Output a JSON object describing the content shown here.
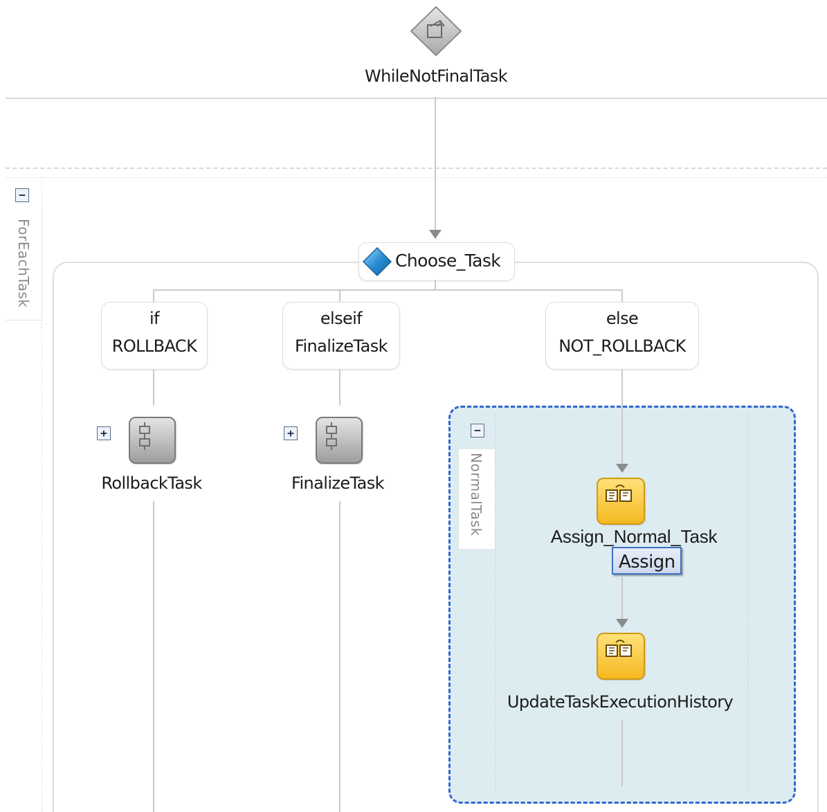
{
  "while_activity": {
    "label": "WhileNotFinalTask"
  },
  "scope_activity": {
    "label": "ForEachTask",
    "toggle": "−"
  },
  "switch_activity": {
    "label": "Choose_Task"
  },
  "cases": [
    {
      "keyword": "if",
      "condition": "ROLLBACK",
      "activity": "RollbackTask",
      "activity_toggle": "+"
    },
    {
      "keyword": "elseif",
      "condition": "FinalizeTask",
      "activity": "FinalizeTask",
      "activity_toggle": "+"
    },
    {
      "keyword": "else",
      "condition": "NOT_ROLLBACK"
    }
  ],
  "sequence": {
    "label": "NormalTask",
    "toggle": "−",
    "activities": [
      {
        "label": "Assign_Normal_Task",
        "icon": "assign-icon"
      },
      {
        "label": "UpdateTaskExecutionHistory",
        "icon": "assign-icon"
      }
    ]
  },
  "tooltip": {
    "text": "Assign"
  },
  "colors": {
    "assign_fill": "#f7c53a",
    "sequence_fill": "#ddecf0",
    "selection_border": "#2f66d0",
    "switch_icon": "#2a8fd6"
  }
}
